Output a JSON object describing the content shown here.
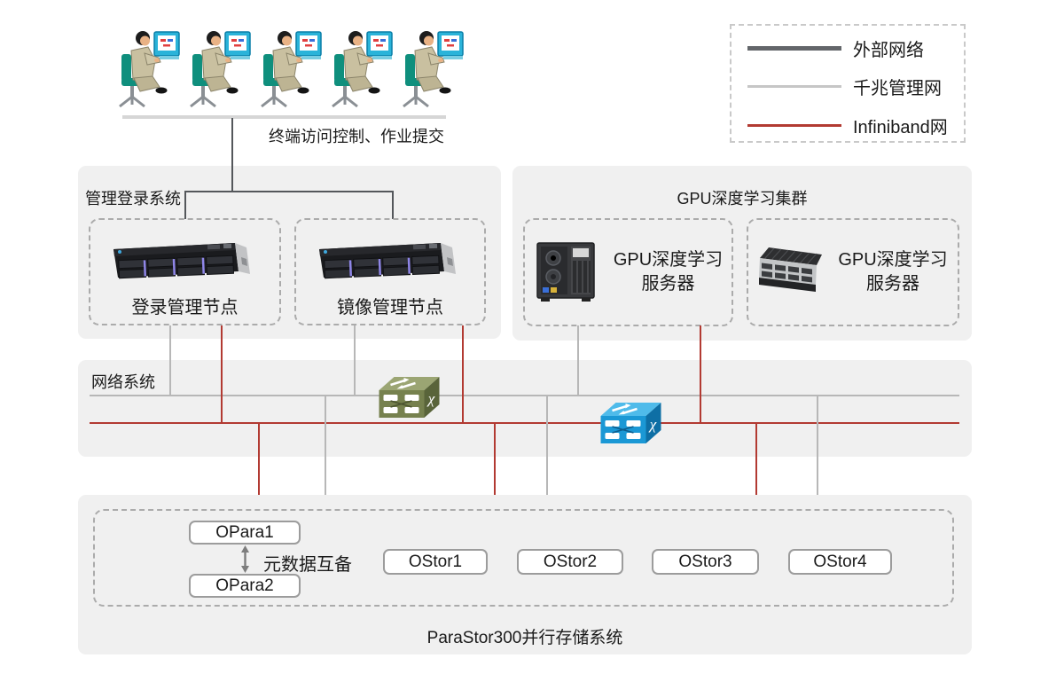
{
  "legend": {
    "items": [
      {
        "label": "外部网络",
        "color": "#63666a"
      },
      {
        "label": "千兆管理网",
        "color": "#c6c6c6"
      },
      {
        "label": "Infiniband网",
        "color": "#b23a32"
      }
    ]
  },
  "terminals": {
    "caption": "终端访问控制、作业提交",
    "user_count": 5
  },
  "management": {
    "title": "管理登录系统",
    "nodes": [
      {
        "label": "登录管理节点"
      },
      {
        "label": "镜像管理节点"
      }
    ]
  },
  "gpu": {
    "title": "GPU深度学习集群",
    "nodes": [
      {
        "label_line1": "GPU深度学习",
        "label_line2": "服务器"
      },
      {
        "label_line1": "GPU深度学习",
        "label_line2": "服务器"
      }
    ]
  },
  "network": {
    "title": "网络系统"
  },
  "storage": {
    "title": "ParaStor300并行存储系统",
    "opara": [
      "OPara1",
      "OPara2"
    ],
    "arrow_label": "元数据互备",
    "ostor": [
      "OStor1",
      "OStor2",
      "OStor3",
      "OStor4"
    ]
  },
  "colors": {
    "external_network": "#63666a",
    "gigabit_network": "#b7b7b7",
    "infiniband_network": "#b23a32",
    "terminal_bus": "#d6d6d6",
    "section_fill": "#f0f0f0"
  }
}
